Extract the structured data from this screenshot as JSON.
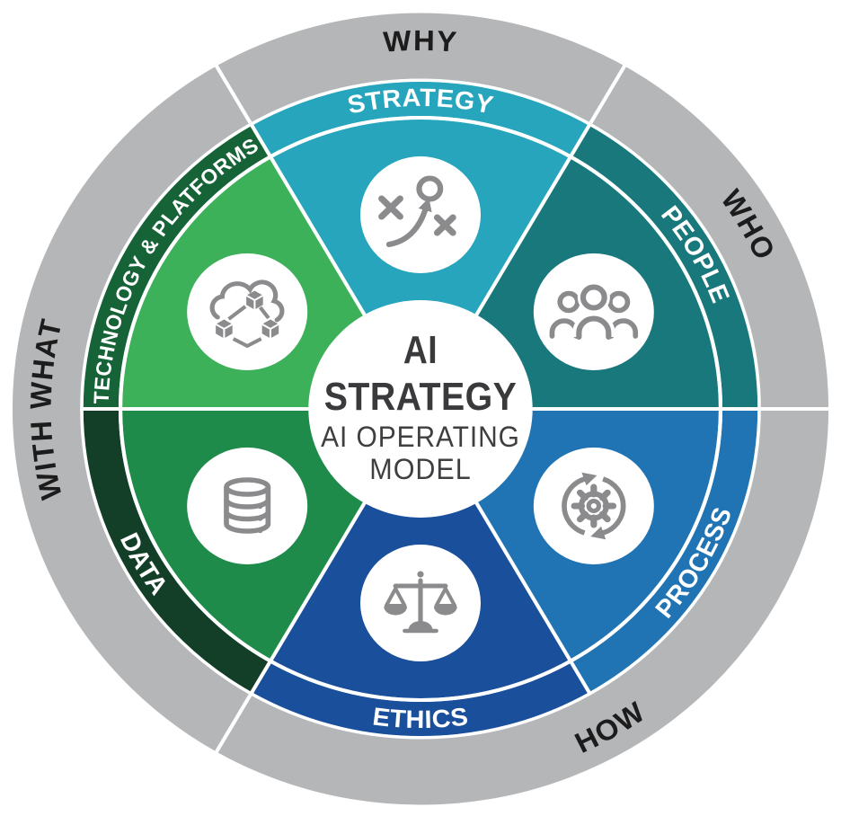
{
  "diagram": {
    "type": "segmented-wheel",
    "center": {
      "title_line1": "AI",
      "title_line2": "STRATEGY",
      "subtitle_line1": "AI OPERATING",
      "subtitle_line2": "MODEL"
    },
    "outer_ring": {
      "labels": [
        {
          "text": "WHY",
          "angle": 0,
          "flipped": false
        },
        {
          "text": "WHO",
          "angle": 60,
          "flipped": false
        },
        {
          "text": "HOW",
          "angle": 150,
          "flipped": true
        },
        {
          "text": "WITH WHAT",
          "angle": 270,
          "flipped": false
        }
      ],
      "divider_angles": [
        30,
        90,
        210,
        330
      ]
    },
    "segments": [
      {
        "name": "strategy",
        "label": "STRATEGY",
        "angle": 0,
        "band_color": "#26a5bd",
        "wedge_color": "#26a5bd",
        "icon": "strategy-icon",
        "label_flipped": false
      },
      {
        "name": "people",
        "label": "PEOPLE",
        "angle": 60,
        "band_color": "#19787c",
        "wedge_color": "#19787c",
        "icon": "people-icon",
        "label_flipped": false
      },
      {
        "name": "process",
        "label": "PROCESS",
        "angle": 120,
        "band_color": "#2174b3",
        "wedge_color": "#2174b3",
        "icon": "process-icon",
        "label_flipped": true
      },
      {
        "name": "ethics",
        "label": "ETHICS",
        "angle": 180,
        "band_color": "#1a4f9c",
        "wedge_color": "#1a4f9c",
        "icon": "ethics-icon",
        "label_flipped": true
      },
      {
        "name": "data",
        "label": "DATA",
        "angle": 240,
        "band_color": "#133e28",
        "wedge_color": "#1f8b4b",
        "icon": "data-icon",
        "label_flipped": true
      },
      {
        "name": "technology",
        "label": "TECHNOLOGY & PLATFORMS",
        "angle": 300,
        "band_color": "#166337",
        "wedge_color": "#3db159",
        "icon": "technology-icon",
        "label_flipped": false
      }
    ],
    "colors": {
      "background": "#ffffff",
      "outer_ring": "#b5b6b8",
      "outer_label_text": "#1c1c1c",
      "segment_label_text": "#ffffff",
      "divider": "#ffffff",
      "icon": "#8b8b8d",
      "icon_circle": "#ffffff",
      "center_circle": "#ffffff",
      "center_title_text": "#3a3a3c",
      "center_subtitle_text": "#3f3f42"
    }
  }
}
